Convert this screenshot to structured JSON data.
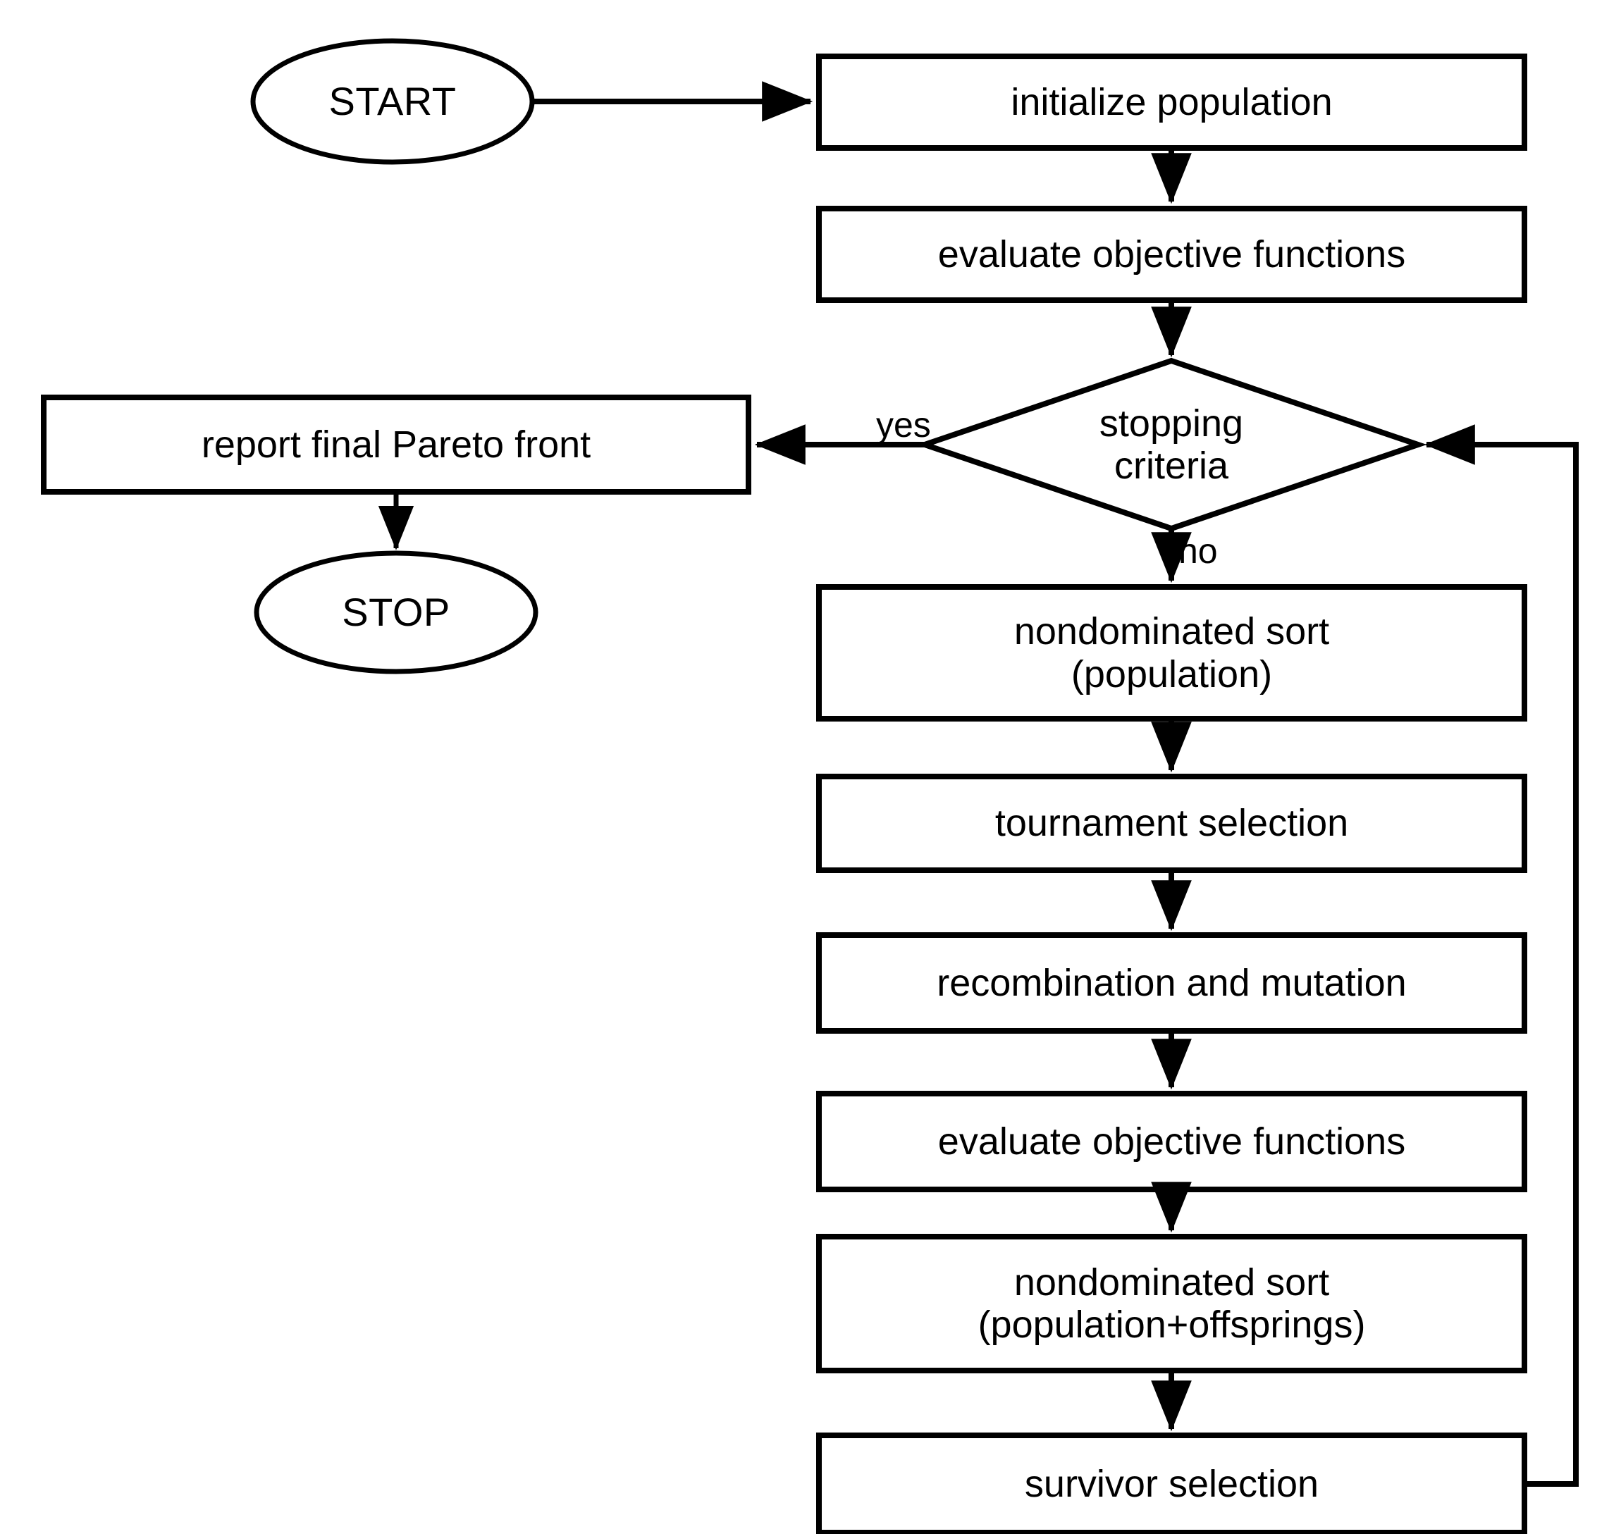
{
  "diagram": {
    "title": "NSGA-II multi-objective evolutionary algorithm flowchart",
    "stroke_color": "#000000",
    "fill_color": "#ffffff",
    "background": "#ffffff"
  },
  "nodes": {
    "start": {
      "label": "START",
      "shape": "ellipse"
    },
    "initialize_population": {
      "label": "initialize population",
      "shape": "process"
    },
    "evaluate_objective_functions_1": {
      "label": "evaluate objective functions",
      "shape": "process"
    },
    "stopping_criteria": {
      "label": "stopping\ncriteria",
      "shape": "decision"
    },
    "report_final_pareto_front": {
      "label": "report final Pareto front",
      "shape": "process"
    },
    "stop": {
      "label": "STOP",
      "shape": "ellipse"
    },
    "nondominated_sort_population": {
      "label": "nondominated sort\n(population)",
      "shape": "process"
    },
    "tournament_selection": {
      "label": "tournament selection",
      "shape": "process"
    },
    "recombination_and_mutation": {
      "label": "recombination and mutation",
      "shape": "process"
    },
    "evaluate_objective_functions_2": {
      "label": "evaluate objective functions",
      "shape": "process"
    },
    "nondominated_sort_population_offsprings": {
      "label": "nondominated sort\n(population+offsprings)",
      "shape": "process"
    },
    "survivor_selection": {
      "label": "survivor selection",
      "shape": "process"
    }
  },
  "edge_labels": {
    "yes": "yes",
    "no": "no"
  },
  "edges": [
    {
      "from": "start",
      "to": "initialize_population",
      "label": ""
    },
    {
      "from": "initialize_population",
      "to": "evaluate_objective_functions_1",
      "label": ""
    },
    {
      "from": "evaluate_objective_functions_1",
      "to": "stopping_criteria",
      "label": ""
    },
    {
      "from": "stopping_criteria",
      "to": "report_final_pareto_front",
      "label": "yes"
    },
    {
      "from": "report_final_pareto_front",
      "to": "stop",
      "label": ""
    },
    {
      "from": "stopping_criteria",
      "to": "nondominated_sort_population",
      "label": "no"
    },
    {
      "from": "nondominated_sort_population",
      "to": "tournament_selection",
      "label": ""
    },
    {
      "from": "tournament_selection",
      "to": "recombination_and_mutation",
      "label": ""
    },
    {
      "from": "recombination_and_mutation",
      "to": "evaluate_objective_functions_2",
      "label": ""
    },
    {
      "from": "evaluate_objective_functions_2",
      "to": "nondominated_sort_population_offsprings",
      "label": ""
    },
    {
      "from": "nondominated_sort_population_offsprings",
      "to": "survivor_selection",
      "label": ""
    },
    {
      "from": "survivor_selection",
      "to": "stopping_criteria",
      "label": ""
    }
  ]
}
